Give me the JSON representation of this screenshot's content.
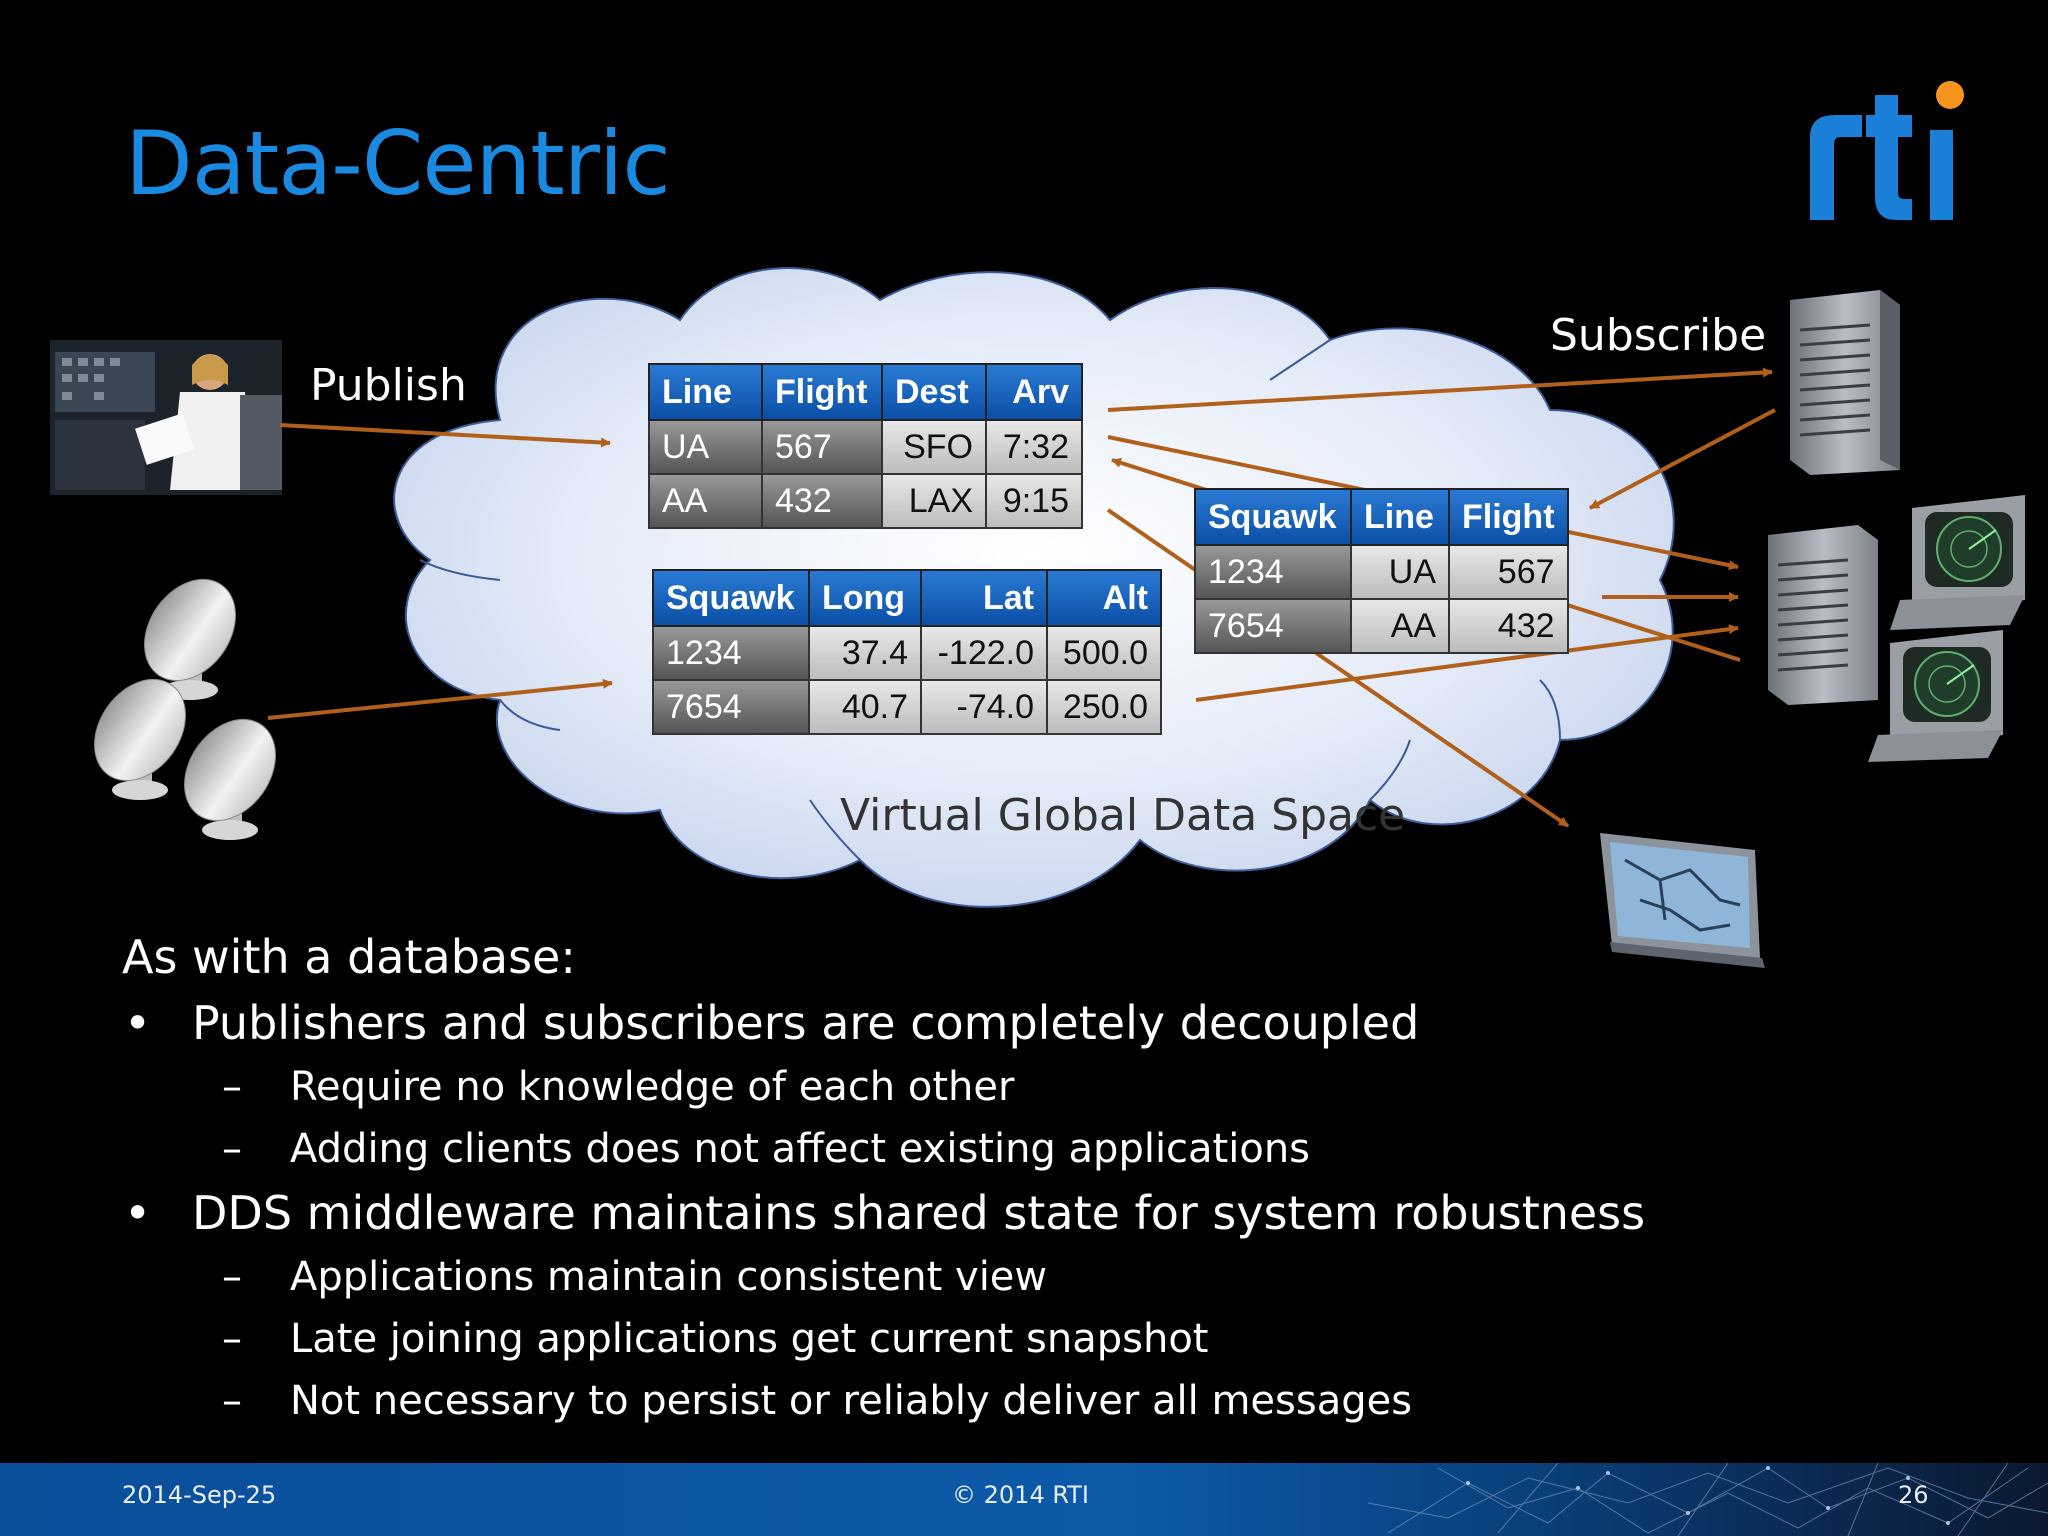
{
  "title": "Data-Centric",
  "diagram": {
    "publish_label": "Publish",
    "subscribe_label": "Subscribe",
    "space_label": "Virtual Global Data Space",
    "flight_table": {
      "headers": [
        "Line",
        "Flight",
        "Dest",
        "Arv"
      ],
      "rows": [
        [
          "UA",
          "567",
          "SFO",
          "7:32"
        ],
        [
          "AA",
          "432",
          "LAX",
          "9:15"
        ]
      ]
    },
    "radar_table": {
      "headers": [
        "Squawk",
        "Long",
        "Lat",
        "Alt"
      ],
      "rows": [
        [
          "1234",
          "37.4",
          "-122.0",
          "500.0"
        ],
        [
          "7654",
          "40.7",
          "-74.0",
          "250.0"
        ]
      ]
    },
    "squawk_table": {
      "headers": [
        "Squawk",
        "Line",
        "Flight"
      ],
      "rows": [
        [
          "1234",
          "UA",
          "567"
        ],
        [
          "7654",
          "AA",
          "432"
        ]
      ]
    },
    "arrow_color": "#b0601a"
  },
  "content": {
    "intro": "As with a database:",
    "bullets": [
      {
        "text": "Publishers and subscribers are completely decoupled",
        "subs": [
          "Require no knowledge of each other",
          "Adding clients does not affect existing applications"
        ]
      },
      {
        "text": "DDS middleware maintains shared state for system robustness",
        "subs": [
          "Applications maintain consistent view",
          "Late joining applications get current snapshot",
          "Not necessary to persist or reliably deliver all messages"
        ]
      }
    ]
  },
  "footer": {
    "date": "2014-Sep-25",
    "copyright": "© 2014 RTI",
    "page": "26"
  },
  "colors": {
    "title": "#1a8ae0",
    "logo": "#1a7fd6",
    "logo_dot": "#f7941d",
    "cloud": "#dfe8f7"
  }
}
